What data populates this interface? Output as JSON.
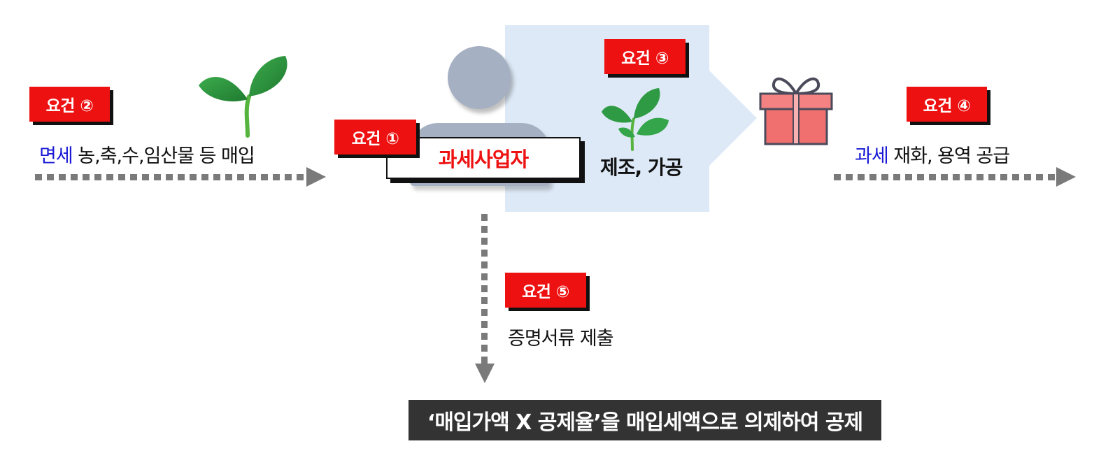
{
  "badges": {
    "req1": "요건 ①",
    "req2": "요건 ②",
    "req3": "요건 ③",
    "req4": "요건 ④",
    "req5": "요건 ⑤"
  },
  "purchase": {
    "highlight": "면세",
    "text": " 농,축,수,임산물 등 매입"
  },
  "business": {
    "name": "과세사업자"
  },
  "process": {
    "label": "제조, 가공"
  },
  "supply": {
    "highlight": "과세",
    "text": " 재화, 용역 공급"
  },
  "evidence": {
    "label": "증명서류 제출"
  },
  "result": {
    "text": "‘매입가액 X 공제율’을 매입세액으로 의제하여 공제"
  },
  "icons": [
    "sprout-icon",
    "person-icon",
    "gift-icon"
  ],
  "colors": {
    "badge": "#ee1111",
    "highlight": "#1a1ad6",
    "panel": "#dde9f6",
    "result_bar": "#333333"
  }
}
